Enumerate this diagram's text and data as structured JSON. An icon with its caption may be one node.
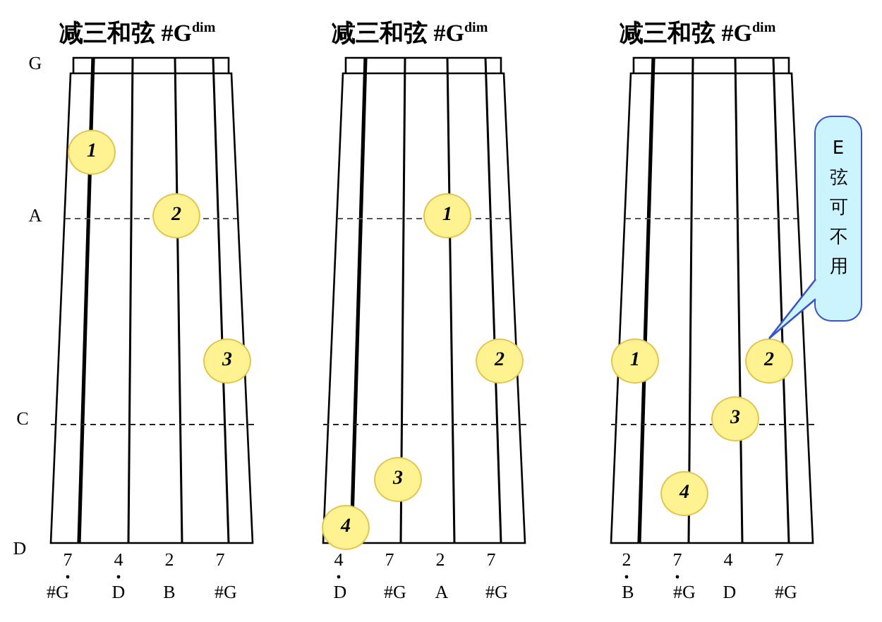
{
  "diagram": {
    "nodes": [
      {
        "text": [
          "减三和弦  #G$^{dim}$"
        ]
      },
      {
        "text": [
          "1"
        ],
        "in": 0
      },
      {
        "text": [
          "2"
        ],
        "in": 0
      },
      {
        "text": [
          "3"
        ],
        "in": 0
      },
      {
        "text": [
          "减三和弦  #G$^{dim}$"
        ]
      },
      {
        "text": [
          "1"
        ],
        "in": 4
      },
      {
        "text": [
          "2"
        ],
        "in": 4
      },
      {
        "text": [
          "3"
        ],
        "in": 4
      },
      {
        "text": [
          "4"
        ],
        "in": 4
      },
      {
        "text": [
          "减三和弦  #G$^{dim}$"
        ]
      },
      {
        "text": [
          "1"
        ],
        "in": 9
      },
      {
        "text": [
          "2"
        ],
        "in": 9
      },
      {
        "text": [
          "3"
        ],
        "in": 9
      },
      {
        "text": [
          "4"
        ],
        "in": 9
      },
      {
        "text": [
          "E弦可不用"
        ]
      }
    ],
    "edges": [
      {
        "from": 14,
        "to": 11,
        "arrow": "none"
      }
    ],
    "labels": [
      "G",
      "A",
      "C",
      "D",
      "7",
      "4",
      "2",
      "7",
      "4",
      "7",
      "2",
      "7",
      "2",
      "7",
      "4",
      "7",
      "#G",
      "D",
      "B",
      "#G",
      "D",
      "#G",
      "A",
      "#G",
      "B",
      "#G",
      "D",
      "#G"
    ]
  }
}
